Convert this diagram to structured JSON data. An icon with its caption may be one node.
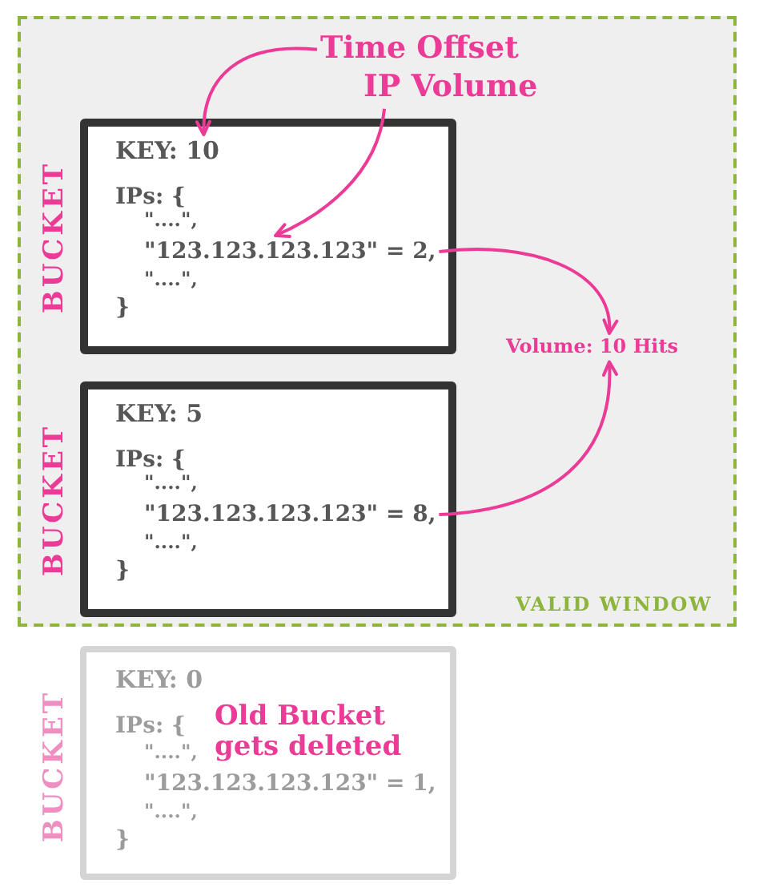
{
  "diagram": {
    "nodes": [
      {
        "text": [
          "VALID WINDOW"
        ]
      },
      {
        "text": [
          "Time Offset"
        ],
        "in": 0
      },
      {
        "text": [
          "IP Volume"
        ],
        "in": 0
      },
      {
        "text": [
          "BUCKET",
          "IPs: {",
          "\"....\",",
          "\"....\",",
          "}"
        ],
        "in": 0
      },
      {
        "text": [
          "KEY: 10"
        ],
        "in": 3
      },
      {
        "text": [
          "\"123.123.123.123\" = 2,"
        ],
        "in": 3
      },
      {
        "text": [
          "Volume: 10 Hits"
        ],
        "in": 0
      },
      {
        "text": [
          "BUCKET",
          "IPs: {",
          "\"....\",",
          "\"....\",",
          "}"
        ],
        "in": 0
      },
      {
        "text": [
          "KEY: 5"
        ],
        "in": 7
      },
      {
        "text": [
          "\"123.123.123.123\" = 8,"
        ],
        "in": 7
      },
      {
        "text": [
          "BUCKET",
          "KEY: 0",
          "IPs: {",
          "\"....\",",
          "\"123.123.123.123\" = 1,",
          "\"....\",",
          "}"
        ]
      }
    ],
    "edges": [
      {
        "from": 1,
        "to": 4,
        "arrow": "to"
      },
      {
        "from": 2,
        "to": 5,
        "arrow": "to"
      },
      {
        "from": 5,
        "to": 6,
        "arrow": "to"
      },
      {
        "from": 9,
        "to": 6,
        "arrow": "to"
      }
    ],
    "labels": [
      "Old Bucket gets deleted"
    ]
  }
}
